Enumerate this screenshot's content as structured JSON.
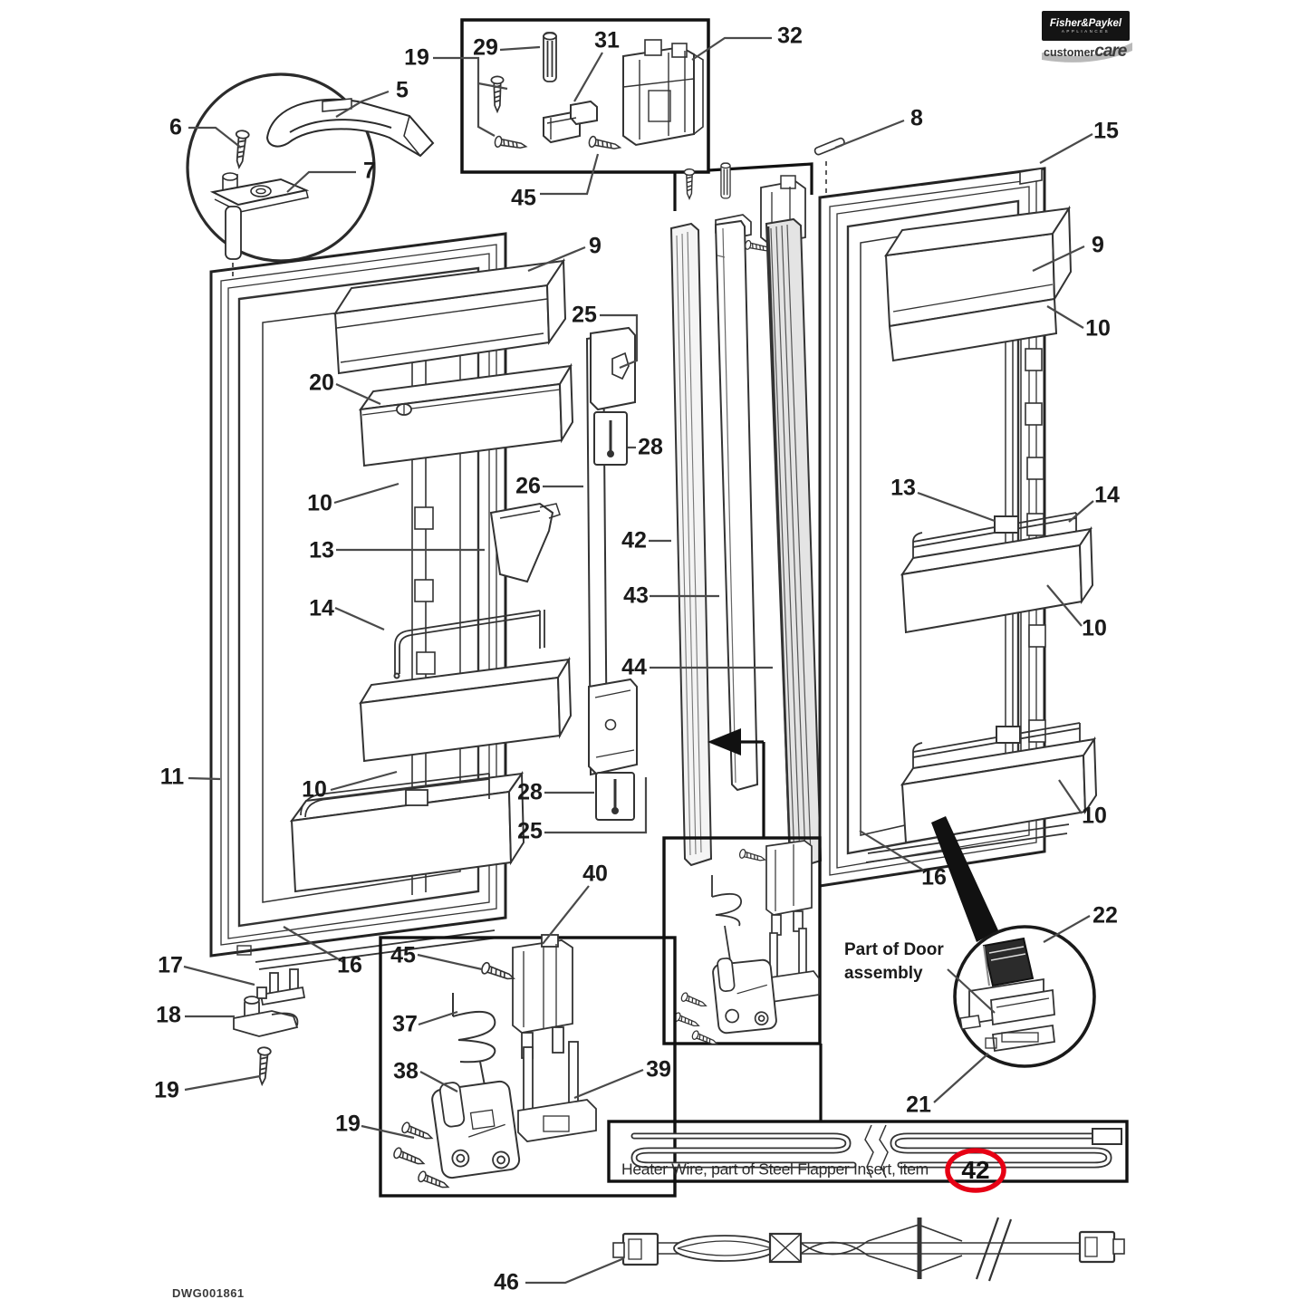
{
  "logo": {
    "brand": "Fisher&Paykel",
    "sub": "APPLIANCES",
    "care_prefix": "customer",
    "care_word": "care"
  },
  "drawing_number": "DWG001861",
  "annotations": {
    "part_of_door_line1": "Part of Door",
    "part_of_door_line2": "assembly",
    "heater_note": "Heater Wire, part of Steel Flapper Insert, item",
    "heater_item": "42"
  },
  "callouts": {
    "c5": "5",
    "c6": "6",
    "c7": "7",
    "c8": "8",
    "c9": "9",
    "c10": "10",
    "c11": "11",
    "c13": "13",
    "c14": "14",
    "c15": "15",
    "c16": "16",
    "c17": "17",
    "c18": "18",
    "c19": "19",
    "c20": "20",
    "c21": "21",
    "c22": "22",
    "c25": "25",
    "c26": "26",
    "c28": "28",
    "c29": "29",
    "c31": "31",
    "c32": "32",
    "c37": "37",
    "c38": "38",
    "c39": "39",
    "c40": "40",
    "c42": "42",
    "c43": "43",
    "c44": "44",
    "c45": "45",
    "c46": "46"
  },
  "colors": {
    "line": "#333333",
    "label": "#1a1a1a",
    "highlight": "#e60014",
    "logo_bg": "#141414"
  }
}
